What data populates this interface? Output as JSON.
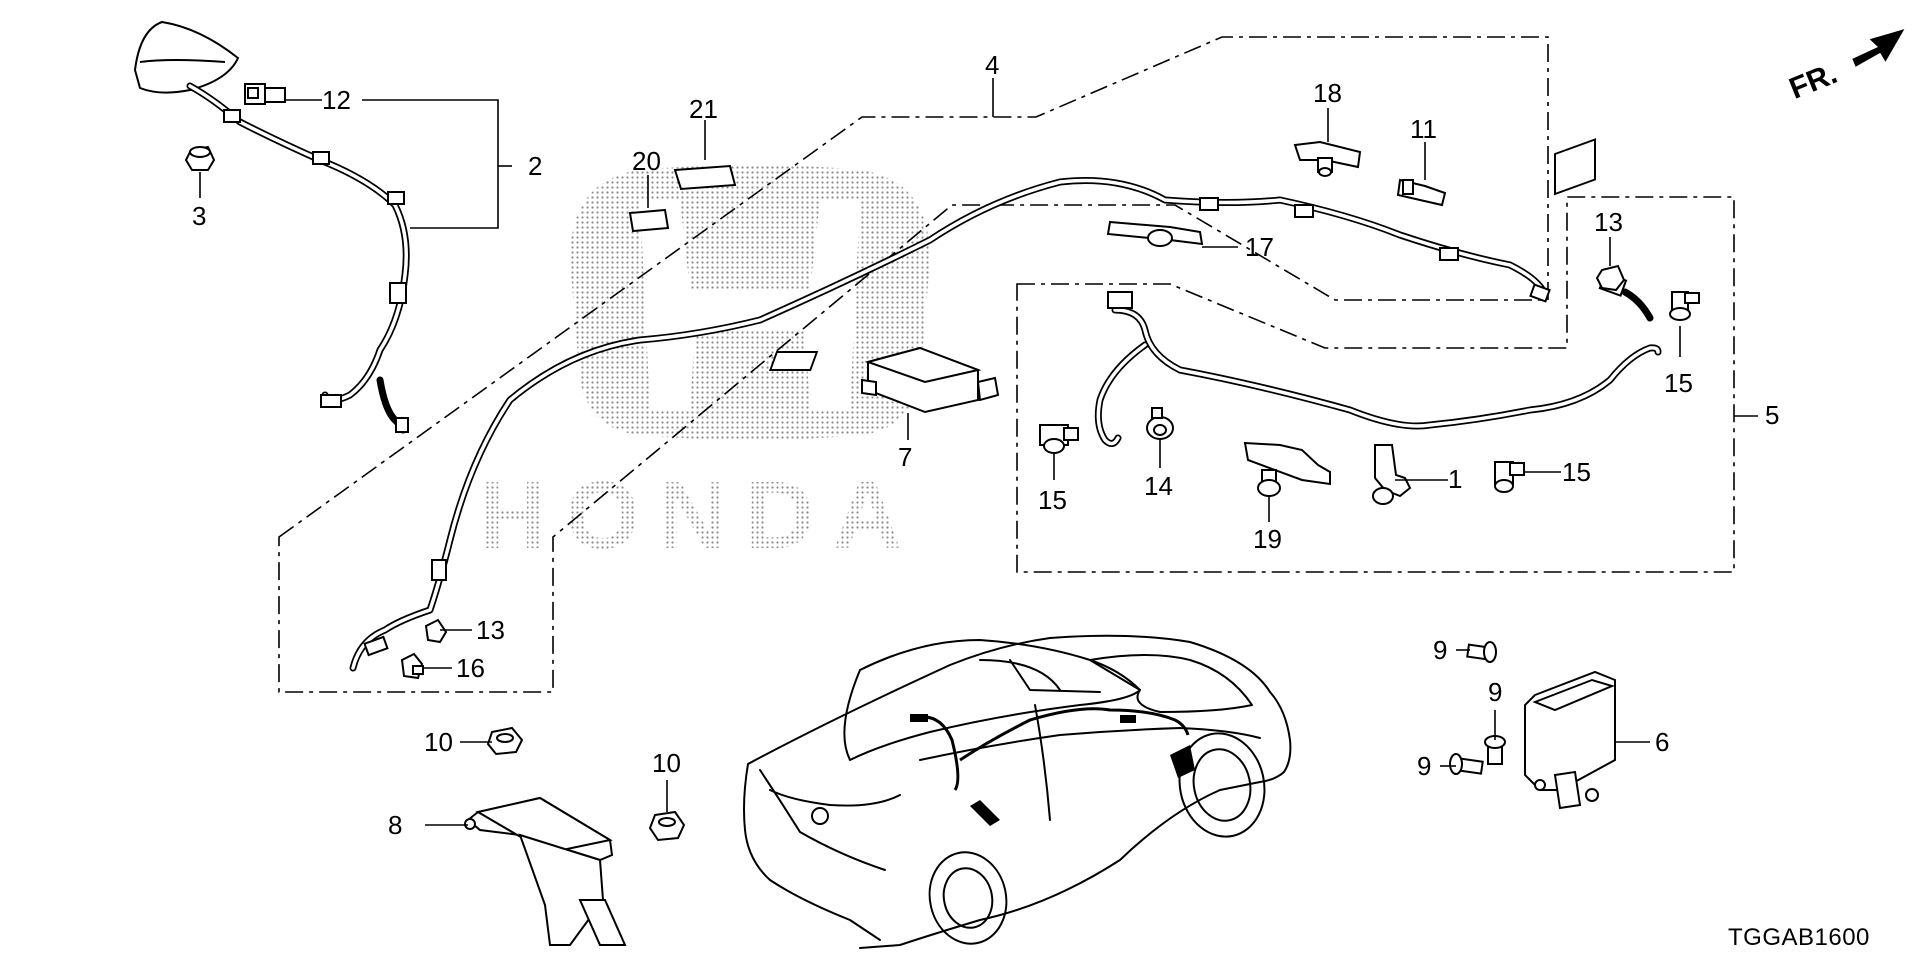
{
  "diagram": {
    "direction_label": "FR.",
    "diagram_code": "TGGAB1600",
    "watermark": "HONDA",
    "callouts": [
      {
        "id": "c12",
        "text": "12"
      },
      {
        "id": "c2",
        "text": "2"
      },
      {
        "id": "c3",
        "text": "3"
      },
      {
        "id": "c4",
        "text": "4"
      },
      {
        "id": "c21",
        "text": "21"
      },
      {
        "id": "c20",
        "text": "20"
      },
      {
        "id": "c18",
        "text": "18"
      },
      {
        "id": "c11",
        "text": "11"
      },
      {
        "id": "c17",
        "text": "17"
      },
      {
        "id": "c13a",
        "text": "13"
      },
      {
        "id": "c15a",
        "text": "15"
      },
      {
        "id": "c5",
        "text": "5"
      },
      {
        "id": "c7",
        "text": "7"
      },
      {
        "id": "c15b",
        "text": "15"
      },
      {
        "id": "c14",
        "text": "14"
      },
      {
        "id": "c19",
        "text": "19"
      },
      {
        "id": "c1",
        "text": "1"
      },
      {
        "id": "c15c",
        "text": "15"
      },
      {
        "id": "c13b",
        "text": "13"
      },
      {
        "id": "c16",
        "text": "16"
      },
      {
        "id": "c9a",
        "text": "9"
      },
      {
        "id": "c9b",
        "text": "9"
      },
      {
        "id": "c9c",
        "text": "9"
      },
      {
        "id": "c6",
        "text": "6"
      },
      {
        "id": "c10a",
        "text": "10"
      },
      {
        "id": "c10b",
        "text": "10"
      },
      {
        "id": "c8",
        "text": "8"
      }
    ]
  }
}
